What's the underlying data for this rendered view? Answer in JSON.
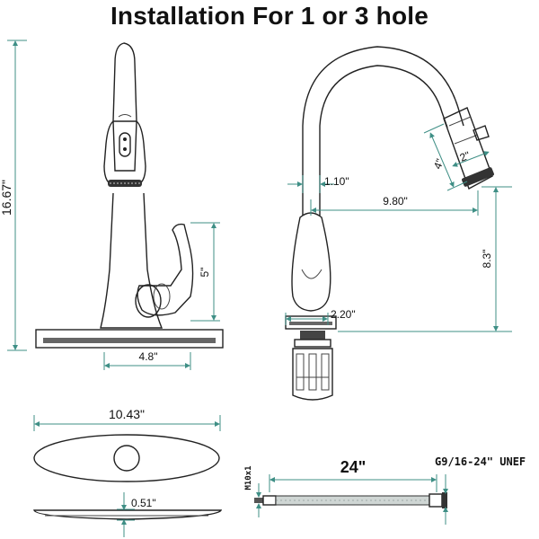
{
  "title": "Installation For 1 or 3 hole",
  "dimensions": {
    "total_height": "16.67\"",
    "handle_height": "5\"",
    "handle_offset": "4.8\"",
    "spout_base": "1.10\"",
    "reach": "9.80\"",
    "spray_length": "4\"",
    "spray_width": "2\"",
    "spout_clearance": "8.3\"",
    "base_width": "2.20\"",
    "deck_plate_length": "10.43\"",
    "deck_plate_thickness": "0.51\"",
    "hose_length": "24\"",
    "hose_thread": "G9/16-24\" UNEF",
    "hose_end": "M10x1"
  },
  "colors": {
    "dimension_lines": "#3f8f86",
    "outline": "#222222"
  }
}
